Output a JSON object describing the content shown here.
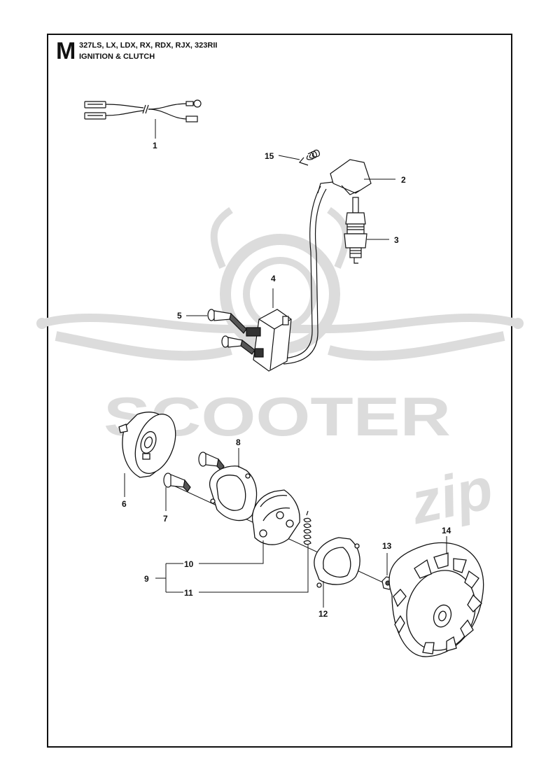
{
  "header": {
    "section_letter": "M",
    "models": "327LS, LX, LDX, RX, RDX, RJX, 323RII",
    "title": "IGNITION & CLUTCH"
  },
  "callouts": [
    {
      "id": "1",
      "label": "1"
    },
    {
      "id": "2",
      "label": "2"
    },
    {
      "id": "3",
      "label": "3"
    },
    {
      "id": "4",
      "label": "4"
    },
    {
      "id": "5",
      "label": "5"
    },
    {
      "id": "6",
      "label": "6"
    },
    {
      "id": "7",
      "label": "7"
    },
    {
      "id": "8",
      "label": "8"
    },
    {
      "id": "9",
      "label": "9"
    },
    {
      "id": "10",
      "label": "10"
    },
    {
      "id": "11",
      "label": "11"
    },
    {
      "id": "12",
      "label": "12"
    },
    {
      "id": "13",
      "label": "13"
    },
    {
      "id": "14",
      "label": "14"
    },
    {
      "id": "15",
      "label": "15"
    }
  ],
  "watermark": {
    "brand": "SCOOTER",
    "script": "zip",
    "color": "#dcdcdc"
  }
}
